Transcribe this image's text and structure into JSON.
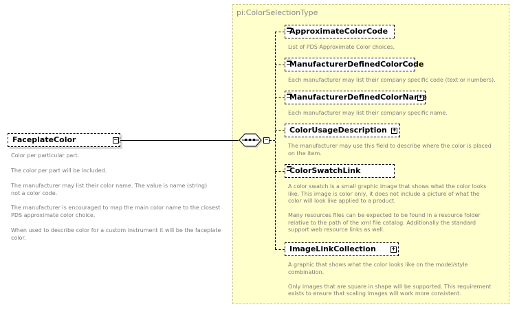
{
  "root": {
    "name": "FaceplateColor",
    "descriptions": [
      "Color per particular part.",
      "The color per part will be included.",
      "The manufacturer may list their color name.  The value is name (string)\nnot a color code.",
      "The manufacturer is encouraged to map the main color name to the closest\nPDS approximate color choice.",
      "When used to describe color for a custom instrument it will be the faceplate\ncolor."
    ]
  },
  "type": {
    "name": "pi:ColorSelectionType"
  },
  "compositor": {
    "kind": "sequence"
  },
  "children": [
    {
      "name": "ApproximateColorCode",
      "expandable": false,
      "description": "List of PDS Approximate Color choices."
    },
    {
      "name": "ManufacturerDefinedColorCode",
      "expandable": false,
      "description": "Each manufacturer may list their company specific code (text or numbers)."
    },
    {
      "name": "ManufacturerDefinedColorName",
      "expandable": true,
      "description": "Each manufacturer may list their company specific name."
    },
    {
      "name": "ColorUsageDescription",
      "expandable": true,
      "description": "The manufacturer may use this field to describe where the color is placed\non the item."
    },
    {
      "name": "ColorSwatchLink",
      "expandable": false,
      "description": "A color swatch is a small graphic image that shows what the color looks\nlike.  This image is color only, it does not include a picture of what the\ncolor will look like applied to a product.\n\nMany resources files can be expected to be found in a resource folder\nrelative to the path of the xml file catalog.  Additionally the standard\nsupport web resource links as well."
    },
    {
      "name": "ImageLinkCollection",
      "expandable": true,
      "description": "A graphic that shows what the color looks like on the model/style\ncombination.\n\nOnly images that are square in shape will be supported.  This requirement\nexists to ensure that scaling images will work more consistent."
    }
  ]
}
